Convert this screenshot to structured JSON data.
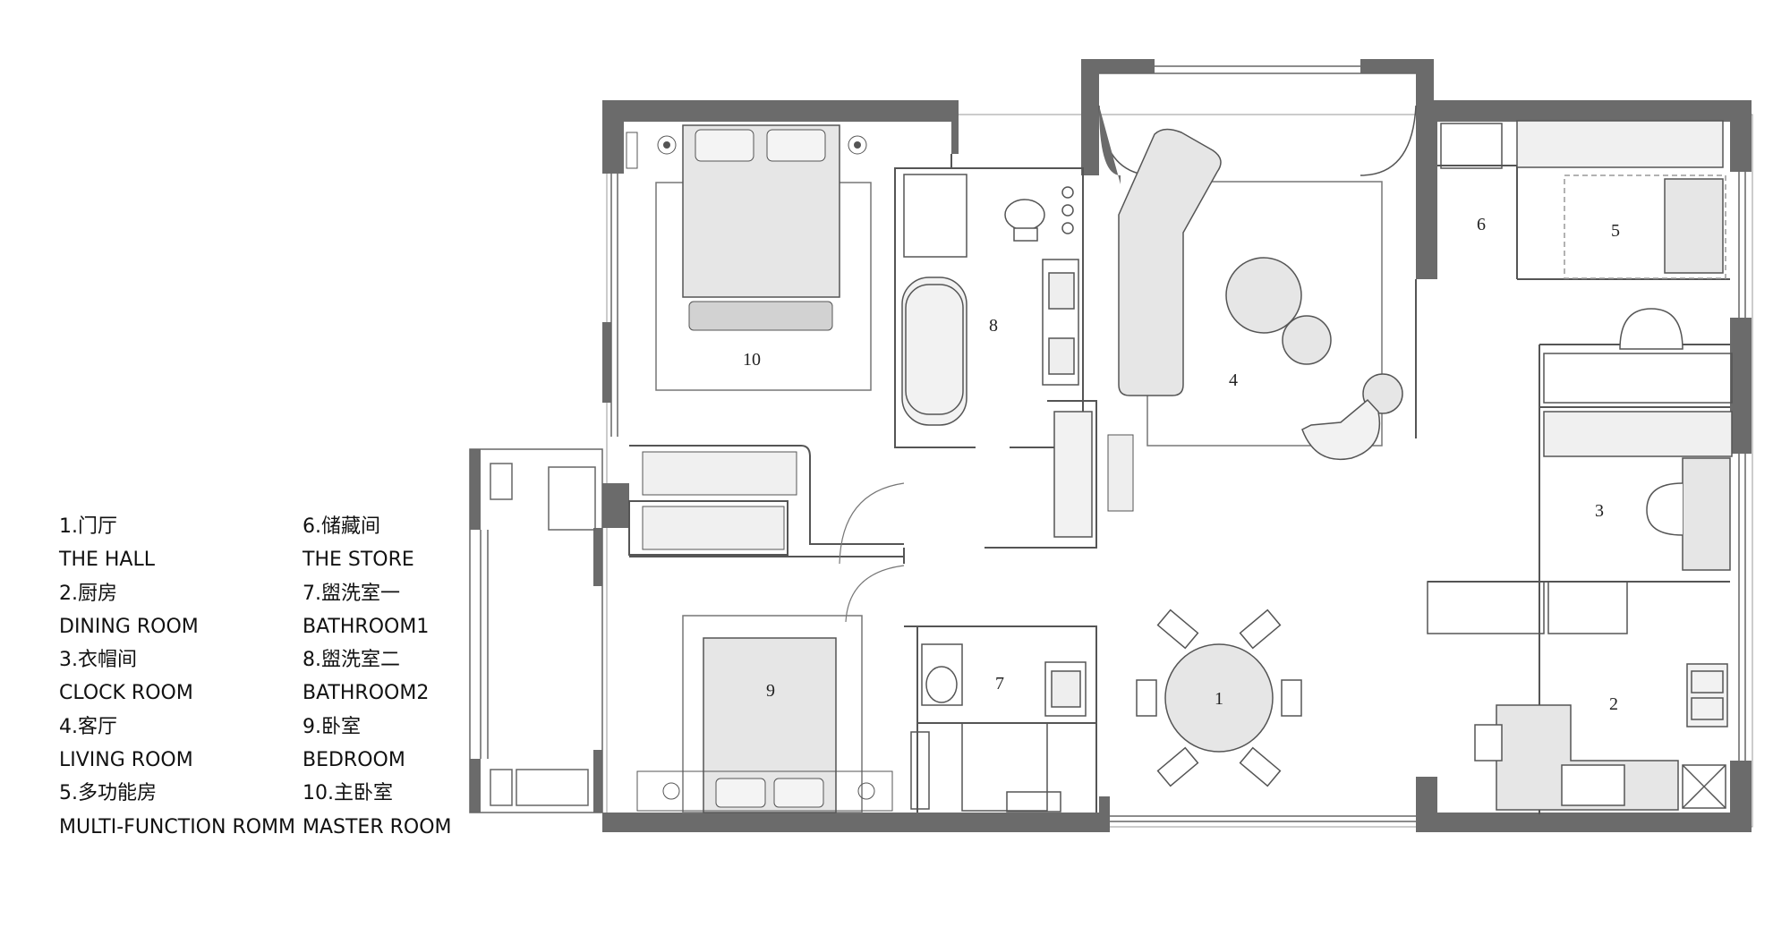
{
  "legend": {
    "left": [
      {
        "number": "1.门厅",
        "english": "THE HALL"
      },
      {
        "number": "2.厨房",
        "english": "DINING ROOM"
      },
      {
        "number": "3.衣帽间",
        "english": "CLOCK ROOM"
      },
      {
        "number": "4.客厅",
        "english": "LIVING ROOM"
      },
      {
        "number": "5.多功能房",
        "english": "MULTI-FUNCTION ROMM"
      }
    ],
    "right": [
      {
        "number": "6.储藏间",
        "english": "THE STORE"
      },
      {
        "number": "7.盥洗室一",
        "english": "BATHROOM1"
      },
      {
        "number": "8.盥洗室二",
        "english": "BATHROOM2"
      },
      {
        "number": "9.卧室",
        "english": "BEDROOM"
      },
      {
        "number": "10.主卧室",
        "english": "MASTER ROOM"
      }
    ]
  },
  "rooms": {
    "hall": "1",
    "kitchen": "2",
    "cloakroom": "3",
    "living": "4",
    "multi": "5",
    "store": "6",
    "bath1": "7",
    "bath2": "8",
    "bedroom": "9",
    "master": "10"
  },
  "colors": {
    "wall": "#6b6b6b",
    "fill": "#e6e6e6",
    "line": "#555555"
  }
}
